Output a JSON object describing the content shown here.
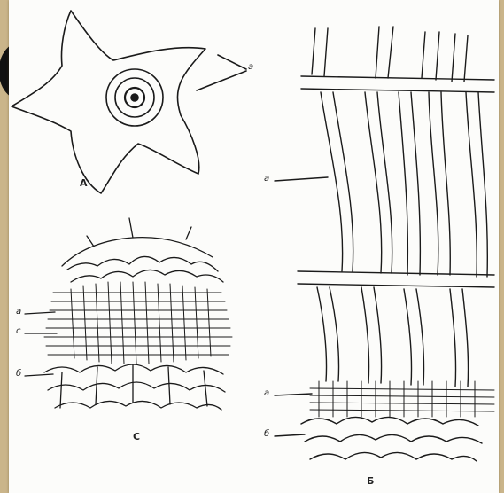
{
  "slide_glyph": "C",
  "figure_labels": {
    "a": "A",
    "b": "Б",
    "c": "C"
  },
  "part_letters": {
    "a_pointer": "a",
    "b_top": "a",
    "b_bottom_1": "a",
    "b_bottom_2": "б",
    "c_left_1": "a",
    "c_left_2": "с",
    "c_left_3": "б"
  },
  "colors": {
    "ink": "#1a1a1a",
    "paper": "#fcfcfa",
    "border": "#dcc9a0"
  }
}
